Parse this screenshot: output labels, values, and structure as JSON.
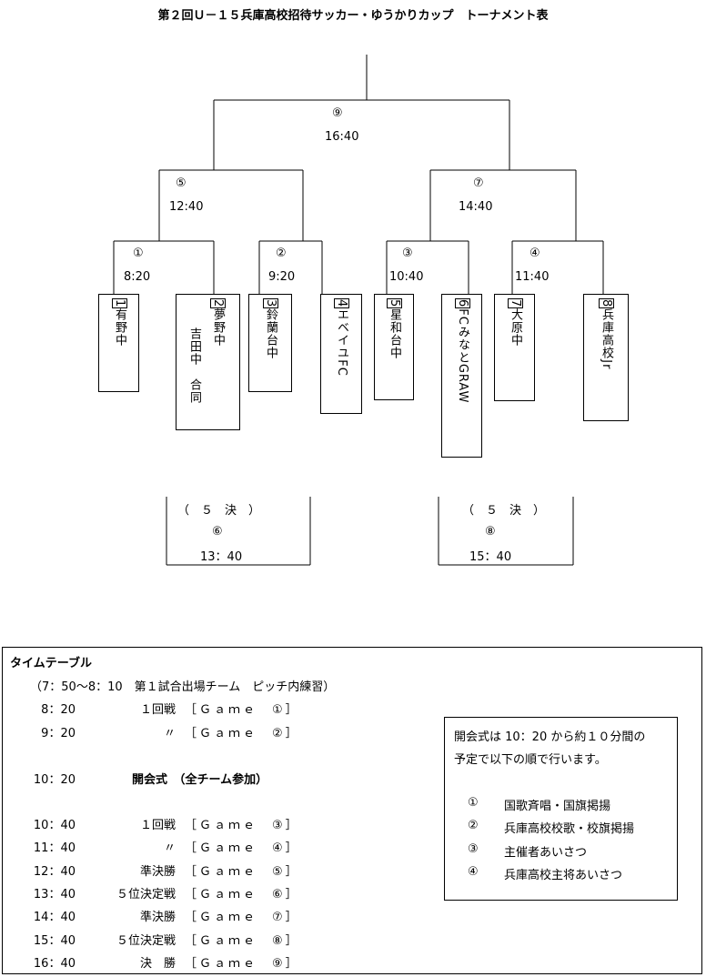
{
  "title": "第２回Ｕ－１５兵庫高校招待サッカー・ゆうかりカップ　トーナメント表",
  "bracket": {
    "final": {
      "no": "⑨",
      "time": "16:40"
    },
    "semi_left": {
      "no": "⑤",
      "time": "12:40"
    },
    "semi_right": {
      "no": "⑦",
      "time": "14:40"
    },
    "r1": [
      {
        "no": "①",
        "time": "8:20"
      },
      {
        "no": "②",
        "time": "9:20"
      },
      {
        "no": "③",
        "time": "10:40"
      },
      {
        "no": "④",
        "time": "11:40"
      }
    ],
    "teams": [
      {
        "num": "1",
        "name": "有野中"
      },
      {
        "num": "2",
        "name": "夢野中",
        "extra": "吉田中　合同"
      },
      {
        "num": "3",
        "name": "鈴蘭台中"
      },
      {
        "num": "4",
        "name": "エベイユFC"
      },
      {
        "num": "5",
        "name": "星和台中"
      },
      {
        "num": "6",
        "name": "FCみなとGRAW"
      },
      {
        "num": "7",
        "name": "大原中"
      },
      {
        "num": "8",
        "name": "兵庫高校Jr"
      }
    ],
    "fifth_left": {
      "label": "（　５　決　）",
      "no": "⑥",
      "time": "13：40"
    },
    "fifth_right": {
      "label": "（　５　決　）",
      "no": "⑧",
      "time": "15：40"
    }
  },
  "timetable": {
    "heading": "タイムテーブル",
    "pre": "（7：50～8：10　第１試合出場チーム　ピッチ内練習）",
    "rows": [
      {
        "time": "8：20",
        "round": "１回戦",
        "game": "［Ｇａｍｅ　①］"
      },
      {
        "time": "9：20",
        "round": "〃",
        "game": "［Ｇａｍｅ　②］"
      },
      {
        "time": "10：20",
        "round": "開会式　（全チーム参加）",
        "game": ""
      },
      {
        "time": "10：40",
        "round": "１回戦",
        "game": "［Ｇａｍｅ　③］"
      },
      {
        "time": "11：40",
        "round": "〃",
        "game": "［Ｇａｍｅ　④］"
      },
      {
        "time": "12：40",
        "round": "準決勝",
        "game": "［Ｇａｍｅ　⑤］"
      },
      {
        "time": "13：40",
        "round": "５位決定戦",
        "game": "［Ｇａｍｅ　⑥］"
      },
      {
        "time": "14：40",
        "round": "準決勝",
        "game": "［Ｇａｍｅ　⑦］"
      },
      {
        "time": "15：40",
        "round": "５位決定戦",
        "game": "［Ｇａｍｅ　⑧］"
      },
      {
        "time": "16：40",
        "round": "決　勝",
        "game": "［Ｇａｍｅ　⑨］"
      }
    ]
  },
  "ceremony": {
    "intro1": "開会式は 10：20 から約１０分間の",
    "intro2": "予定で以下の順で行います。",
    "items": [
      {
        "no": "①",
        "text": "国歌斉唱・国旗掲揚"
      },
      {
        "no": "②",
        "text": "兵庫高校校歌・校旗掲揚"
      },
      {
        "no": "③",
        "text": "主催者あいさつ"
      },
      {
        "no": "④",
        "text": "兵庫高校主将あいさつ"
      }
    ]
  }
}
